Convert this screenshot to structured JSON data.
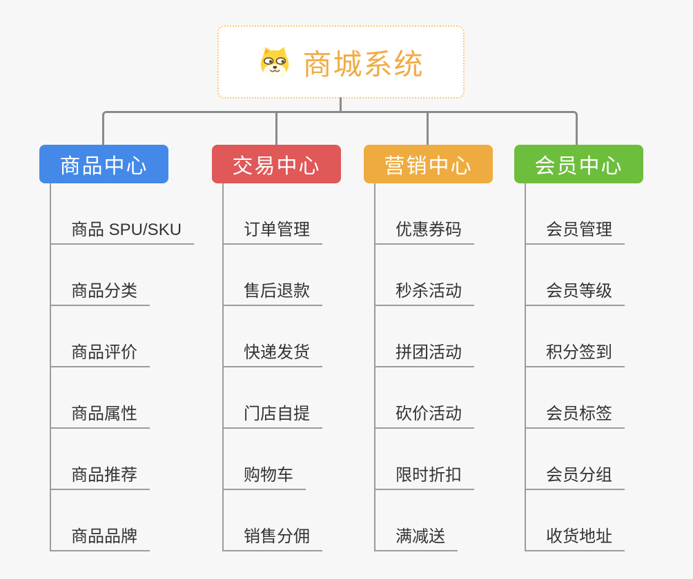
{
  "canvas": {
    "background": "#f7f7f7"
  },
  "root": {
    "title": "商城系统",
    "icon": "doge-icon",
    "title_color": "#f0ac45",
    "border_color": "#f7c87d",
    "icon_yellow": "#ffd53e"
  },
  "connectors": {
    "main_color": "#8a8a8a",
    "trunk_color": "#9b9b9b",
    "underline_color": "#9b9b9b"
  },
  "topic_text_color": "#333333",
  "branches": [
    {
      "label": "商品中心",
      "color": "#4489e8",
      "children": [
        "商品 SPU/SKU",
        "商品分类",
        "商品评价",
        "商品属性",
        "商品推荐",
        "商品品牌"
      ]
    },
    {
      "label": "交易中心",
      "color": "#e05858",
      "children": [
        "订单管理",
        "售后退款",
        "快递发货",
        "门店自提",
        "购物车",
        "销售分佣"
      ]
    },
    {
      "label": "营销中心",
      "color": "#eeac40",
      "children": [
        "优惠券码",
        "秒杀活动",
        "拼团活动",
        "砍价活动",
        "限时折扣",
        "满减送"
      ]
    },
    {
      "label": "会员中心",
      "color": "#6dbe3d",
      "children": [
        "会员管理",
        "会员等级",
        "积分签到",
        "会员标签",
        "会员分组",
        "收货地址"
      ]
    }
  ]
}
